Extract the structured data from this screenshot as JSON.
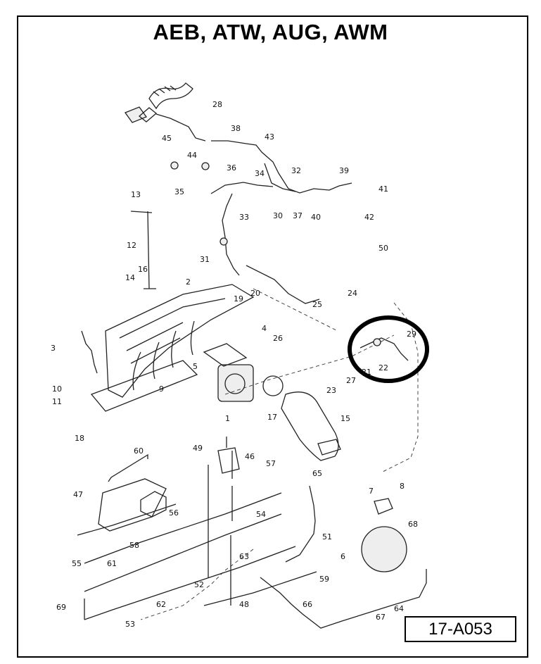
{
  "title": "AEB, ATW, AUG, AWM",
  "figure_ref": "17-A053",
  "callouts": [
    "1",
    "2",
    "3",
    "4",
    "5",
    "6",
    "7",
    "8",
    "9",
    "10",
    "11",
    "12",
    "13",
    "14",
    "15",
    "16",
    "17",
    "18",
    "19",
    "20",
    "21",
    "22",
    "23",
    "24",
    "25",
    "26",
    "27",
    "28",
    "29",
    "30",
    "31",
    "32",
    "33",
    "34",
    "35",
    "36",
    "37",
    "38",
    "39",
    "40",
    "41",
    "42",
    "43",
    "44",
    "45",
    "46",
    "47",
    "48",
    "49",
    "50",
    "51",
    "52",
    "53",
    "54",
    "55",
    "56",
    "57",
    "58",
    "59",
    "60",
    "61",
    "62",
    "63",
    "64",
    "65",
    "66",
    "67",
    "68",
    "69"
  ],
  "highlight": {
    "color": "#000000",
    "encircled": [
      "21",
      "22",
      "29"
    ]
  }
}
